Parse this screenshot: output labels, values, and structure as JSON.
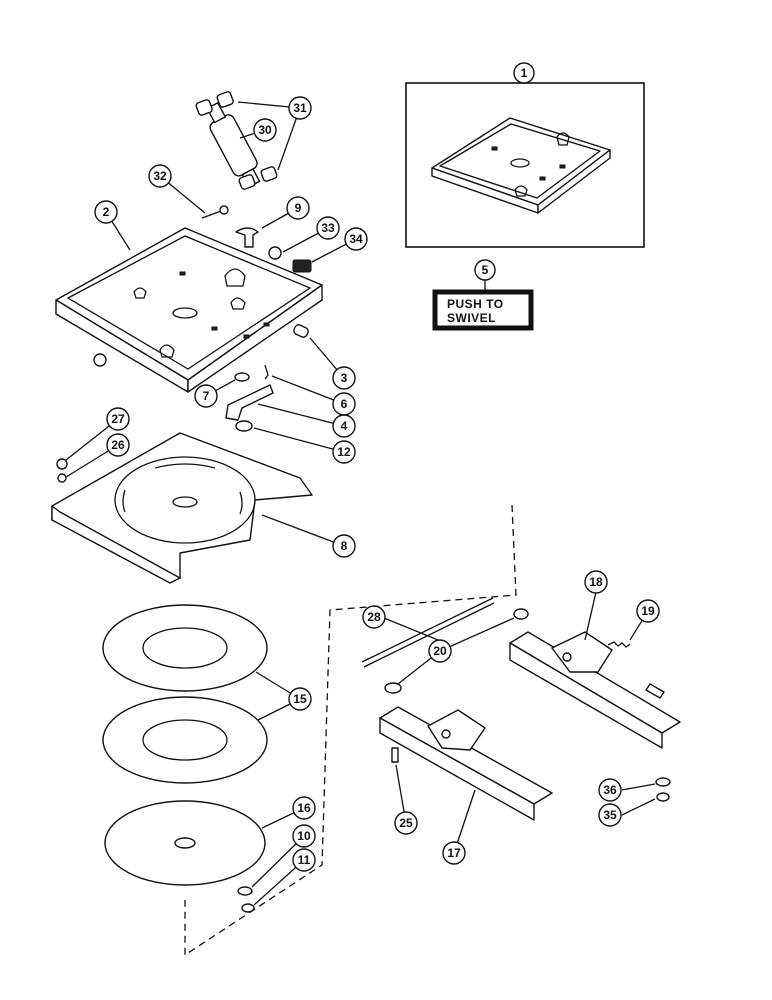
{
  "decal": {
    "line1": "PUSH TO",
    "line2": "SWIVEL"
  },
  "callouts": [
    {
      "id": "c1",
      "label": "1"
    },
    {
      "id": "c2",
      "label": "2"
    },
    {
      "id": "c3",
      "label": "3"
    },
    {
      "id": "c4",
      "label": "4"
    },
    {
      "id": "c5",
      "label": "5"
    },
    {
      "id": "c6",
      "label": "6"
    },
    {
      "id": "c7",
      "label": "7"
    },
    {
      "id": "c8",
      "label": "8"
    },
    {
      "id": "c9",
      "label": "9"
    },
    {
      "id": "c10",
      "label": "10"
    },
    {
      "id": "c11",
      "label": "11"
    },
    {
      "id": "c12",
      "label": "12"
    },
    {
      "id": "c15",
      "label": "15"
    },
    {
      "id": "c16",
      "label": "16"
    },
    {
      "id": "c17",
      "label": "17"
    },
    {
      "id": "c18",
      "label": "18"
    },
    {
      "id": "c19",
      "label": "19"
    },
    {
      "id": "c20",
      "label": "20"
    },
    {
      "id": "c25",
      "label": "25"
    },
    {
      "id": "c26",
      "label": "26"
    },
    {
      "id": "c27",
      "label": "27"
    },
    {
      "id": "c28",
      "label": "28"
    },
    {
      "id": "c30",
      "label": "30"
    },
    {
      "id": "c31",
      "label": "31"
    },
    {
      "id": "c32",
      "label": "32"
    },
    {
      "id": "c33",
      "label": "33"
    },
    {
      "id": "c34",
      "label": "34"
    },
    {
      "id": "c35",
      "label": "35"
    },
    {
      "id": "c36",
      "label": "36"
    }
  ]
}
